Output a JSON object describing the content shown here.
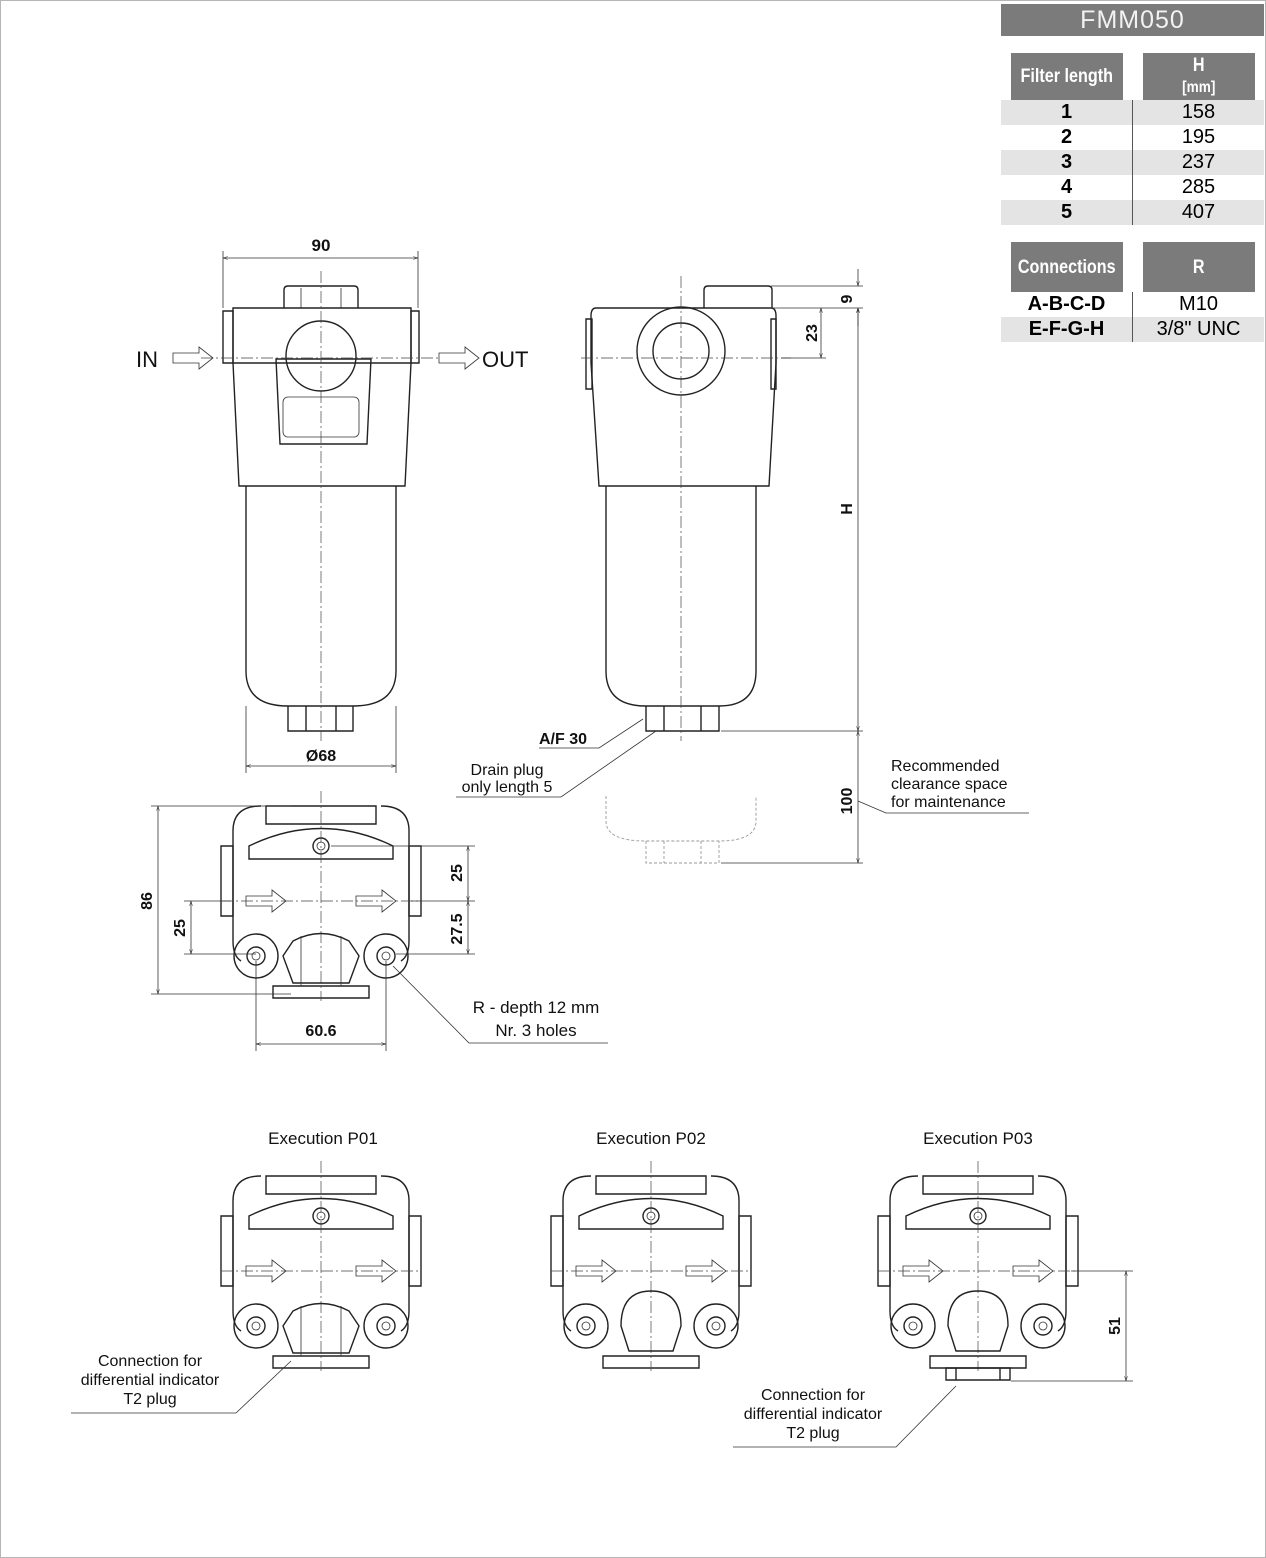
{
  "model": "FMM050",
  "length_table": {
    "headers": [
      "Filter length",
      "[mm]"
    ],
    "h_header": "H",
    "rows": [
      {
        "length": "1",
        "h": "158"
      },
      {
        "length": "2",
        "h": "195"
      },
      {
        "length": "3",
        "h": "237"
      },
      {
        "length": "4",
        "h": "285"
      },
      {
        "length": "5",
        "h": "407"
      }
    ]
  },
  "connections_table": {
    "headers": [
      "Connections",
      "R"
    ],
    "rows": [
      {
        "conn": "A-B-C-D",
        "r": "M10"
      },
      {
        "conn": "E-F-G-H",
        "r": "3/8\" UNC"
      }
    ]
  },
  "front_view": {
    "in": "IN",
    "out": "OUT",
    "width": "90",
    "diameter": "Ø68"
  },
  "side_view": {
    "dim_9": "9",
    "dim_23": "23",
    "dim_h": "H",
    "af": "A/F 30",
    "drain_plug": [
      "Drain plug",
      "only length 5"
    ],
    "dim_100": "100",
    "clearance": [
      "Recommended",
      "clearance space",
      "for maintenance"
    ]
  },
  "bottom_view": {
    "dim_86": "86",
    "dim_25_left": "25",
    "dim_25_right": "25",
    "dim_27_5": "27.5",
    "dim_60_6": "60.6",
    "holes": [
      "R - depth 12 mm",
      "Nr. 3 holes"
    ]
  },
  "executions": [
    {
      "title": "Execution P01",
      "note": [
        "Connection for",
        "differential indicator",
        "T2 plug"
      ]
    },
    {
      "title": "Execution P02"
    },
    {
      "title": "Execution P03",
      "dim": "51",
      "note": [
        "Connection for",
        "differential indicator",
        "T2 plug"
      ]
    }
  ]
}
